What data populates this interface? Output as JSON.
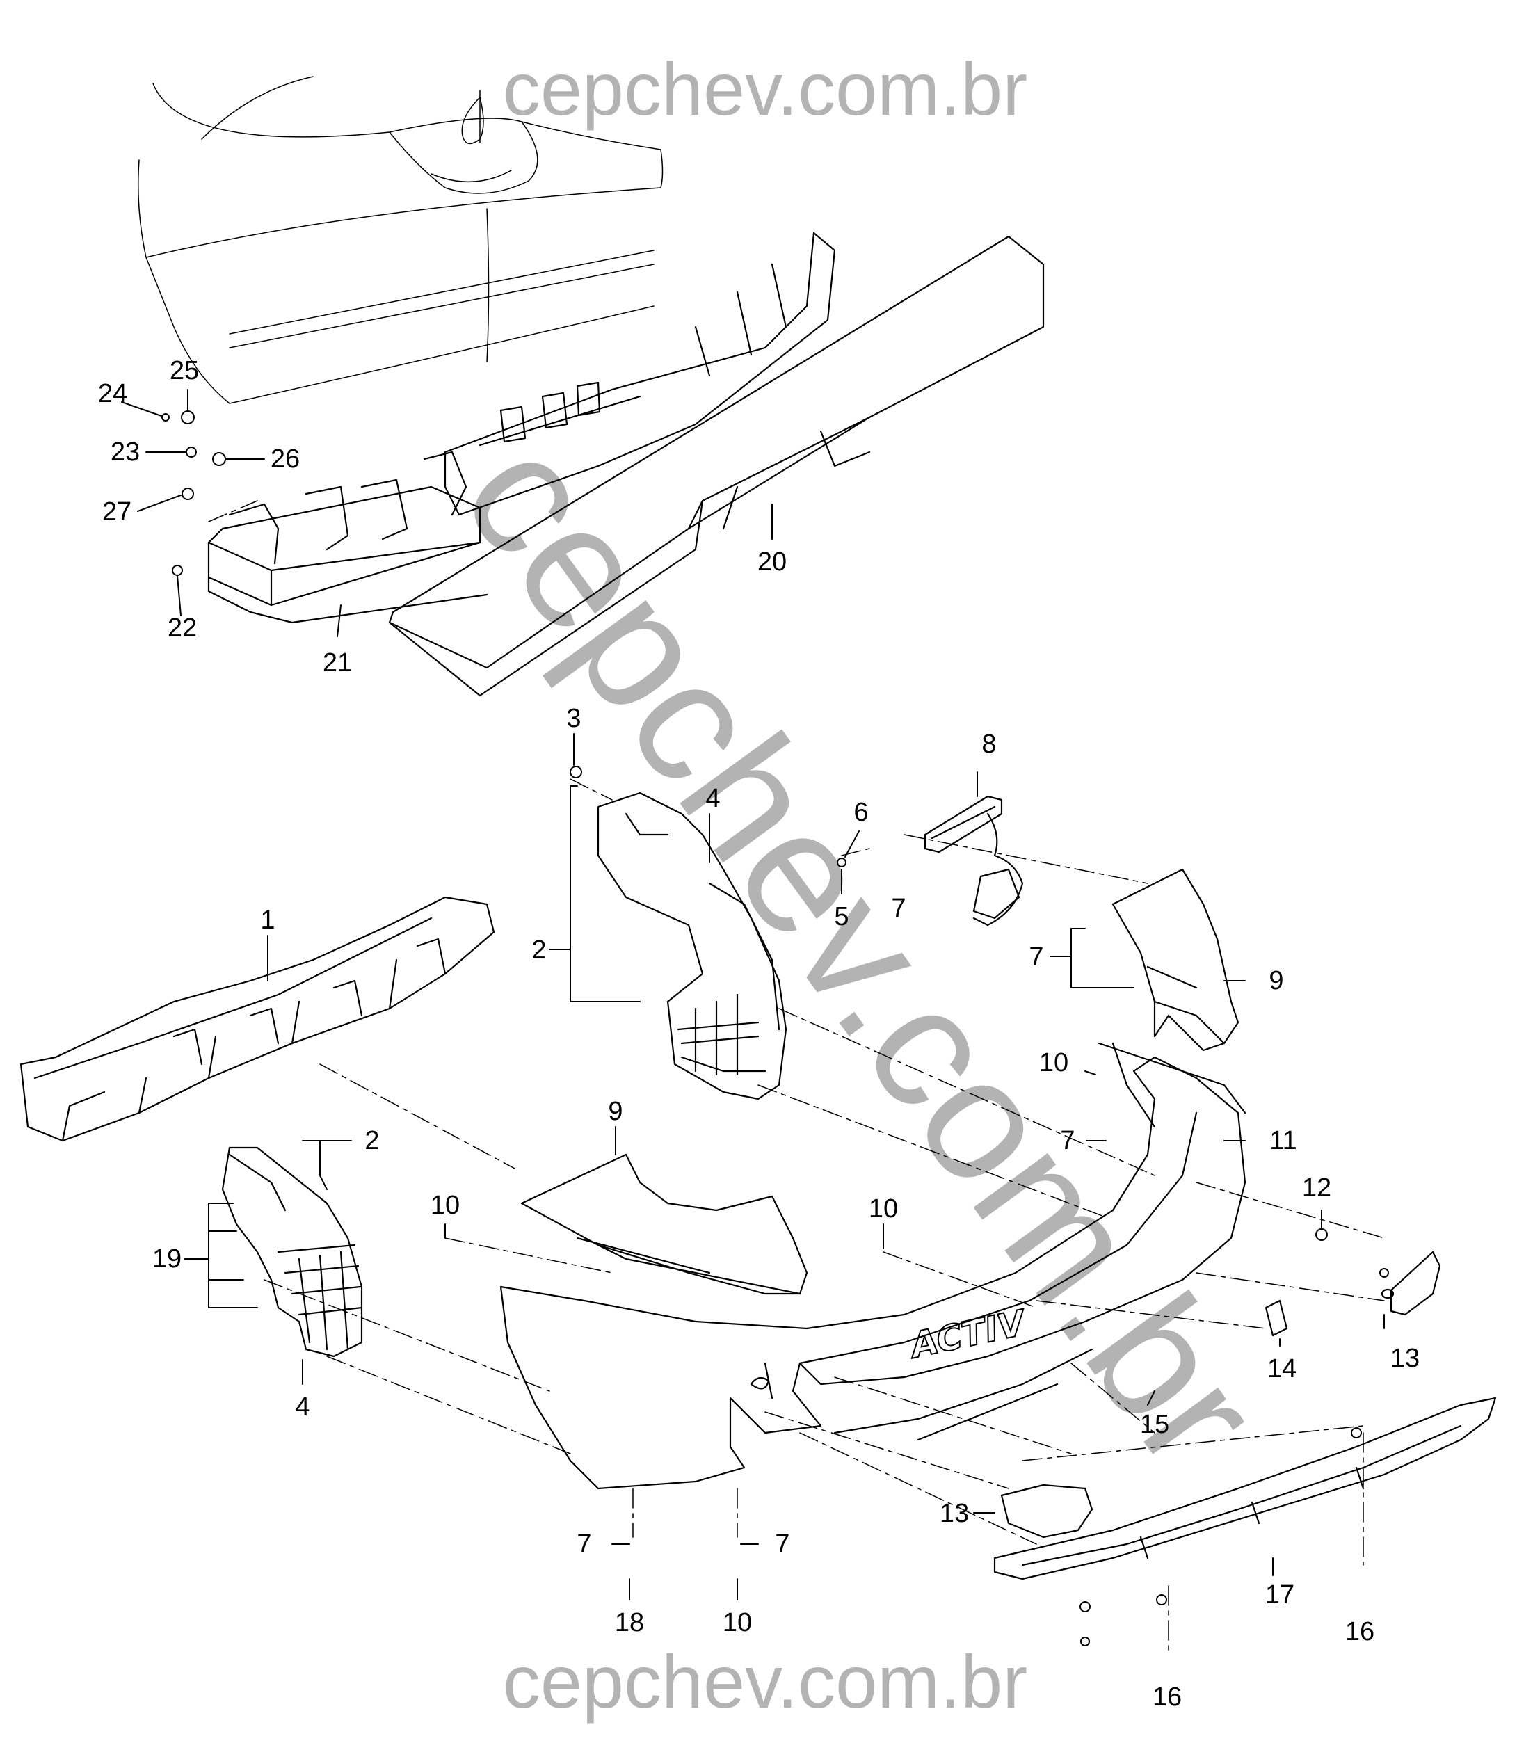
{
  "watermark": {
    "top": "cepchev.com.br",
    "bottom": "cepchev.com.br",
    "diagonal": "cepchev.com.br",
    "color": "#b3b3b3"
  },
  "colors": {
    "line": "#000000",
    "background": "#ffffff"
  },
  "emblem": {
    "text": "ACTIV"
  },
  "callouts": {
    "c1": "1",
    "c2a": "2",
    "c2b": "2",
    "c3": "3",
    "c4a": "4",
    "c4b": "4",
    "c5": "5",
    "c6": "6",
    "c7a": "7",
    "c7b": "7",
    "c7c": "7",
    "c7d": "7",
    "c7e": "7",
    "c8": "8",
    "c9a": "9",
    "c9b": "9",
    "c10a": "10",
    "c10b": "10",
    "c10c": "10",
    "c10d": "10",
    "c11": "11",
    "c12": "12",
    "c13a": "13",
    "c13b": "13",
    "c14": "14",
    "c15": "15",
    "c16a": "16",
    "c16b": "16",
    "c17": "17",
    "c18": "18",
    "c19": "19",
    "c20": "20",
    "c21": "21",
    "c22": "22",
    "c23": "23",
    "c24": "24",
    "c25": "25",
    "c26": "26",
    "c27": "27"
  }
}
